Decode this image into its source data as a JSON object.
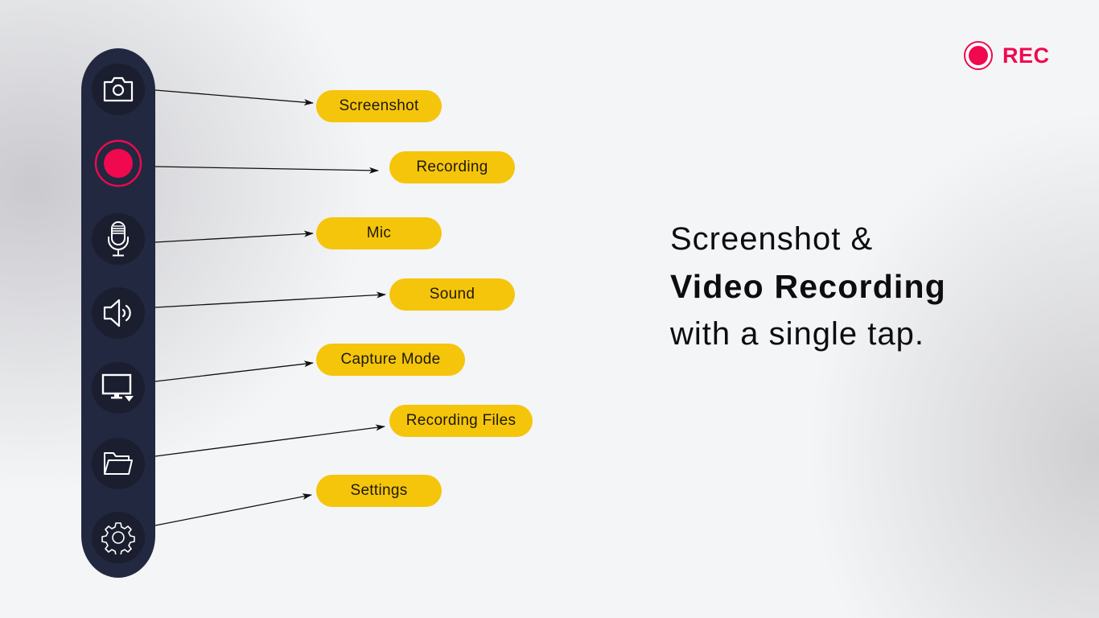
{
  "rec_indicator": {
    "label": "REC",
    "color": "#f0094f"
  },
  "toolbar": {
    "background": "#222840",
    "items": [
      {
        "id": "screenshot",
        "icon": "camera-icon",
        "label": "Screenshot"
      },
      {
        "id": "recording",
        "icon": "record-icon",
        "label": "Recording"
      },
      {
        "id": "mic",
        "icon": "microphone-icon",
        "label": "Mic"
      },
      {
        "id": "sound",
        "icon": "speaker-icon",
        "label": "Sound"
      },
      {
        "id": "capture-mode",
        "icon": "monitor-dropdown-icon",
        "label": "Capture Mode"
      },
      {
        "id": "recording-files",
        "icon": "folder-icon",
        "label": "Recording Files"
      },
      {
        "id": "settings",
        "icon": "gear-icon",
        "label": "Settings"
      }
    ]
  },
  "callout_color": "#f5c50c",
  "headline": {
    "line1": "Screenshot &",
    "line2": "Video Recording",
    "line3": "with a single tap."
  }
}
